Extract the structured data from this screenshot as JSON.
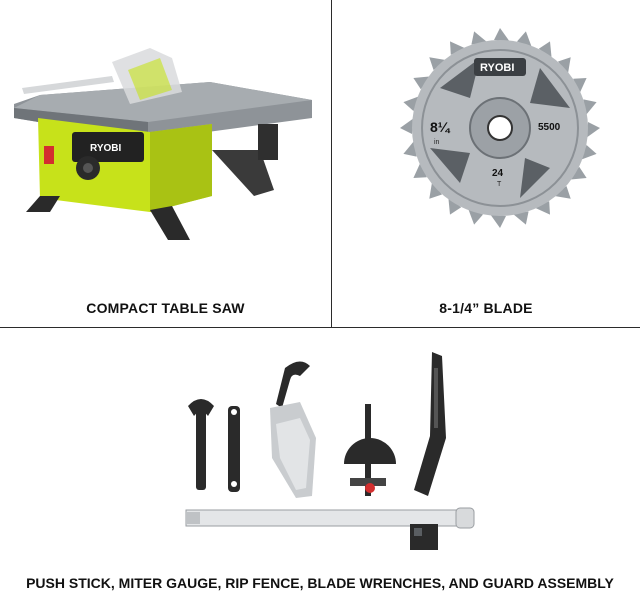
{
  "panels": [
    {
      "caption": "COMPACT TABLE SAW",
      "brand": "RYOBI"
    },
    {
      "caption": "8-1/4” BLADE",
      "brand": "RYOBI",
      "size_label": "8¼",
      "size_unit": "in",
      "rpm": "5500",
      "teeth": "24",
      "teeth_unit": "T"
    },
    {
      "caption": "PUSH STICK, MITER GAUGE, RIP FENCE, BLADE WRENCHES, AND GUARD ASSEMBLY"
    }
  ],
  "colors": {
    "brand_green": "#c7e21a",
    "steel": "#a9adb1",
    "dark": "#2a2a2a"
  }
}
